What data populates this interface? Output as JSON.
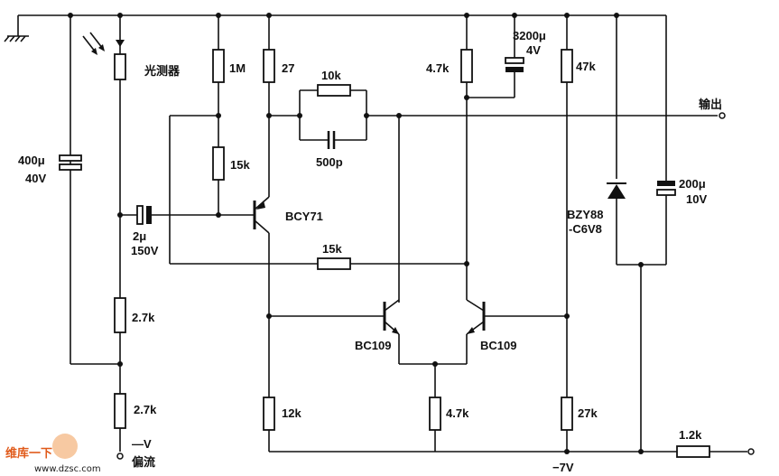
{
  "labels": {
    "photo_resistor": "光测器",
    "r_1m": "1M",
    "r_27": "27",
    "r_10k": "10k",
    "r_4_7k_top": "4.7k",
    "c_3200": "3200μ",
    "c_3200_v": "4V",
    "r_47k": "47k",
    "output": "输出",
    "c_400": "400μ",
    "c_400_v": "40V",
    "r_15k_vert": "15k",
    "c_500p": "500p",
    "c_2u": "2μ",
    "c_2u_v": "150V",
    "q1": "BCY71",
    "r_15k_fb": "15k",
    "zener_a": "BZY88",
    "zener_b": "-C6V8",
    "c_200": "200μ",
    "c_200_v": "10V",
    "r_2_7k_a": "2.7k",
    "r_2_7k_b": "2.7k",
    "q2": "BC109",
    "q3": "BC109",
    "r_12k": "12k",
    "r_4_7k_bot": "4.7k",
    "r_27k": "27k",
    "r_1_2k": "1.2k",
    "neg_v": "—V",
    "bias": "偏流",
    "neg_7v": "−7V",
    "watermark_cn": "维库一下",
    "watermark_url": "www.dzsc.com"
  },
  "colors": {
    "ink": "#111111",
    "watermark": "#e05a1a"
  }
}
